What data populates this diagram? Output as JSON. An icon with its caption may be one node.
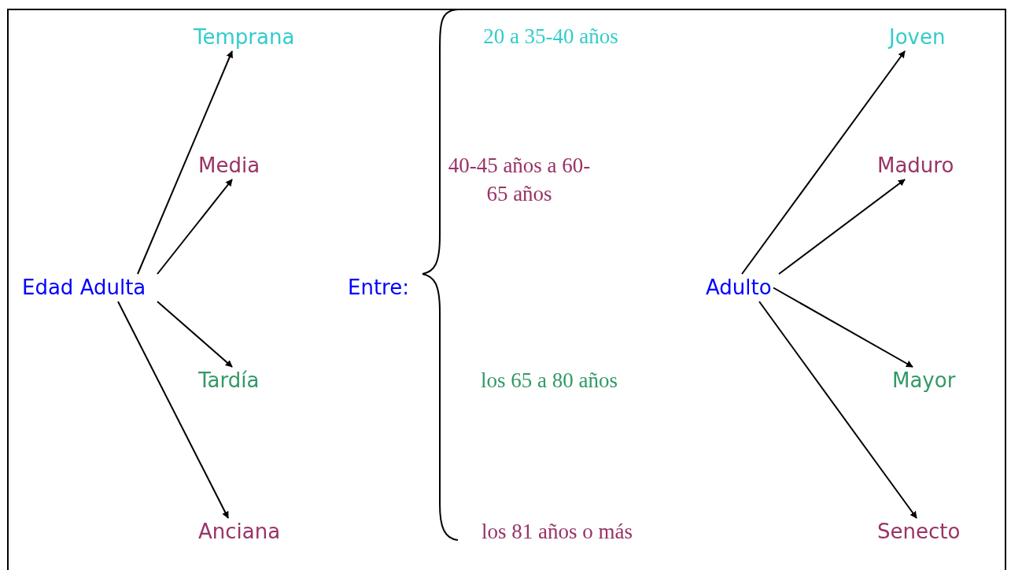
{
  "diagram": {
    "nodes": [
      {
        "text": [
          "Edad Adulta"
        ]
      },
      {
        "text": [
          "Temprana"
        ]
      },
      {
        "text": [
          "Media"
        ]
      },
      {
        "text": [
          "Tardía"
        ]
      },
      {
        "text": [
          "Anciana"
        ]
      },
      {
        "text": [
          "Entre:"
        ]
      },
      {
        "text": [
          "Adulto"
        ]
      },
      {
        "text": [
          "Joven"
        ]
      },
      {
        "text": [
          "Maduro"
        ]
      },
      {
        "text": [
          "Mayor"
        ]
      },
      {
        "text": [
          "Senecto"
        ]
      }
    ],
    "edges": [
      {
        "from": 0,
        "to": 1,
        "arrow": "to"
      },
      {
        "from": 0,
        "to": 2,
        "arrow": "to"
      },
      {
        "from": 0,
        "to": 3,
        "arrow": "to"
      },
      {
        "from": 0,
        "to": 4,
        "arrow": "to"
      },
      {
        "from": 6,
        "to": 7,
        "arrow": "to"
      },
      {
        "from": 6,
        "to": 8,
        "arrow": "to"
      },
      {
        "from": 6,
        "to": 9,
        "arrow": "to"
      },
      {
        "from": 6,
        "to": 10,
        "arrow": "to"
      }
    ],
    "labels": [
      "20 a 35-40 años",
      "40-45 años a 60- 65 años",
      "los 65 a 80 años",
      "los 81 años o más"
    ]
  }
}
